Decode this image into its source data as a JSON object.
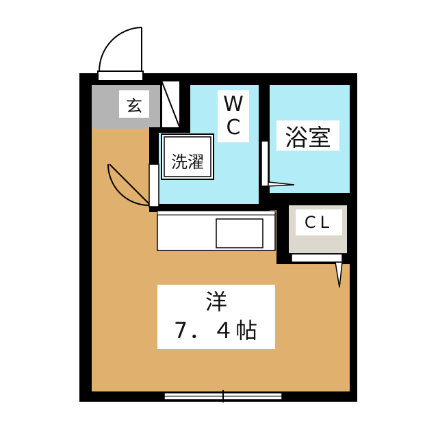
{
  "rooms": {
    "genkan": "玄",
    "wc_line1": "W",
    "wc_line2": "C",
    "bath": "浴室",
    "laundry": "洗濯",
    "closet": "CL",
    "western_room": "洋",
    "area": "7．４帖"
  },
  "colors": {
    "floor": "#e0b06e",
    "water_room": "#b2ecf6",
    "genkan_floor": "#b4b4b4",
    "closet_floor": "#ddd8cd",
    "wall": "#000000"
  }
}
